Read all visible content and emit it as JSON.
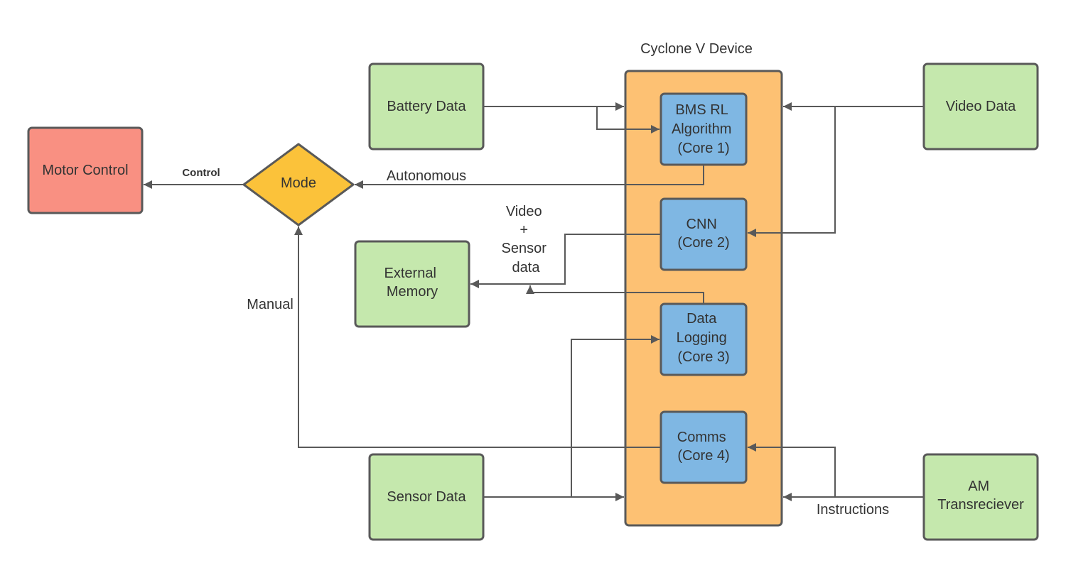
{
  "device": {
    "title": "Cyclone V Device",
    "cores": {
      "bms": [
        "BMS RL",
        "Algorithm",
        "(Core 1)"
      ],
      "cnn": [
        "CNN",
        "(Core 2)"
      ],
      "logging": [
        "Data",
        "Logging",
        "(Core 3)"
      ],
      "comms": [
        "Comms",
        "(Core 4)"
      ]
    }
  },
  "inputs": {
    "battery": "Battery Data",
    "video": "Video Data",
    "sensor": "Sensor Data",
    "am": [
      "AM",
      "Transreciever"
    ]
  },
  "outputs": {
    "motor": "Motor Control",
    "memory": [
      "External",
      "Memory"
    ]
  },
  "mode": {
    "label": "Mode"
  },
  "edge_labels": {
    "control": "Control",
    "autonomous": "Autonomous",
    "manual": "Manual",
    "video_sensor": [
      "Video",
      "+",
      "Sensor",
      "data"
    ],
    "instructions": "Instructions"
  },
  "colors": {
    "input_box": "#c5e8ad",
    "motor_box": "#f99082",
    "core_box": "#7fb7e3",
    "device_box": "#fdc173",
    "mode_diamond": "#fbc23a",
    "line": "#595959"
  }
}
